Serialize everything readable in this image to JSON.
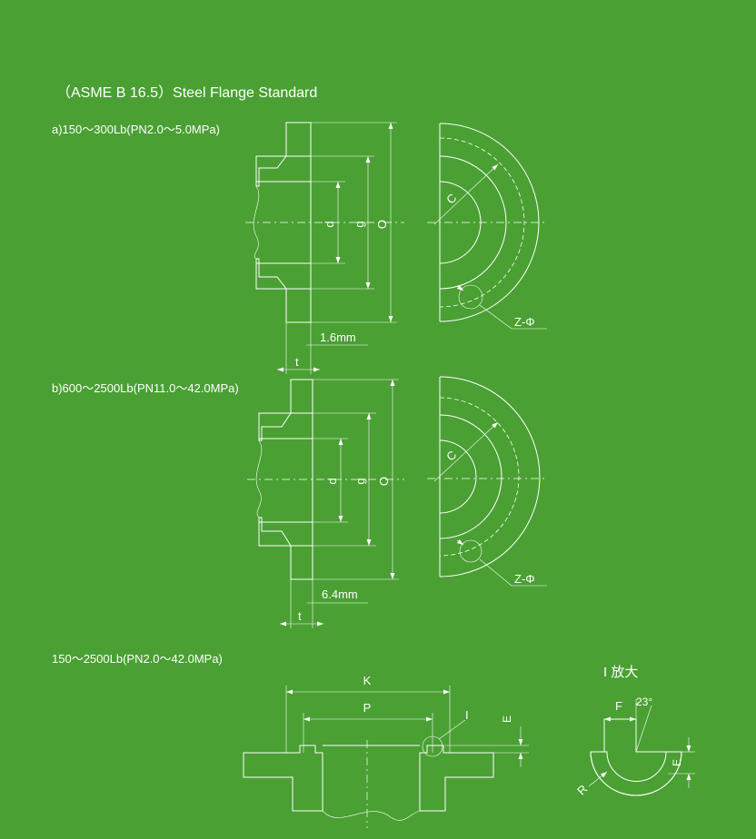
{
  "title": "（ASME B 16.5）Steel Flange Standard",
  "section_a": {
    "heading": "a)150～300Lb(PN2.0～5.0MPa)",
    "dims": {
      "d": "d",
      "g": "g",
      "o": "O",
      "t": "t",
      "c": "C",
      "z": "Z-Φ",
      "face": "1.6mm"
    }
  },
  "section_b": {
    "heading": "b)600～2500Lb(PN11.0～42.0MPa)",
    "dims": {
      "d": "d",
      "g": "g",
      "o": "O",
      "t": "t",
      "c": "C",
      "z": "Z-Φ",
      "face": "6.4mm"
    }
  },
  "section_c": {
    "heading": "150～2500Lb(PN2.0～42.0MPa)",
    "dims": {
      "k": "K",
      "p": "P",
      "i": "I",
      "e": "E"
    },
    "detail": {
      "label": "I 放大",
      "f": "F",
      "angle": "23°",
      "e": "E",
      "r": "R"
    }
  },
  "colors": {
    "background": "#4aa033",
    "ink": "#ffffff"
  }
}
